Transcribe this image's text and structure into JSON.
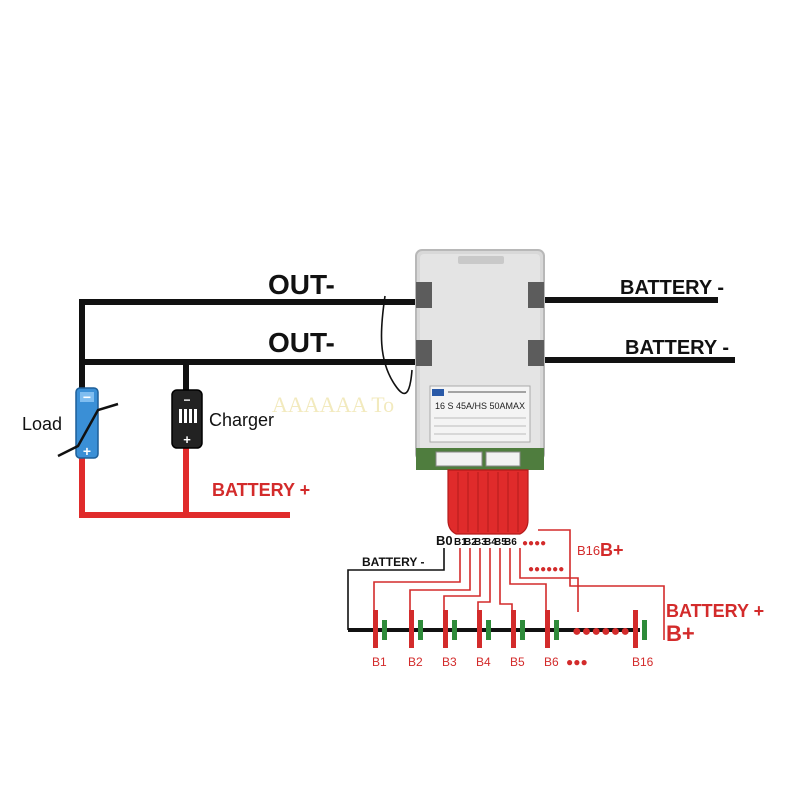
{
  "labels": {
    "out_minus_1": "OUT-",
    "out_minus_2": "OUT-",
    "battery_minus_1": "BATTERY -",
    "battery_minus_2": "BATTERY -",
    "battery_plus_main": "BATTERY +",
    "load": "Load",
    "charger": "Charger",
    "battery_minus_small": "BATTERY -",
    "battery_plus_right": "BATTERY +",
    "b_plus_right": "B+",
    "b16_top": "B16",
    "b_plus_top": "B+",
    "b0": "B0",
    "dots_top": "●●●●",
    "dots_mid": "●●●●●●",
    "dots_bottom": "●●●"
  },
  "board": {
    "label_line": "16 S 45A/HS 50AMAX",
    "watermark": "AAAAAA To"
  },
  "pins": [
    "B1",
    "B2",
    "B3",
    "B4",
    "B5",
    "B6"
  ],
  "cells": [
    "B1",
    "B2",
    "B3",
    "B4",
    "B5",
    "B6",
    "B16"
  ],
  "colors": {
    "wire_black": "#111111",
    "wire_red": "#e02b2b",
    "label_red": "#d32b2b",
    "board_grey": "#d8d8d8",
    "pcb_green": "#4f7d3e",
    "load_blue": "#3a8fd6",
    "charger_black": "#222222"
  },
  "icons": [
    "load-device-icon",
    "charger-device-icon",
    "bms-board-icon",
    "battery-cell-icon"
  ]
}
